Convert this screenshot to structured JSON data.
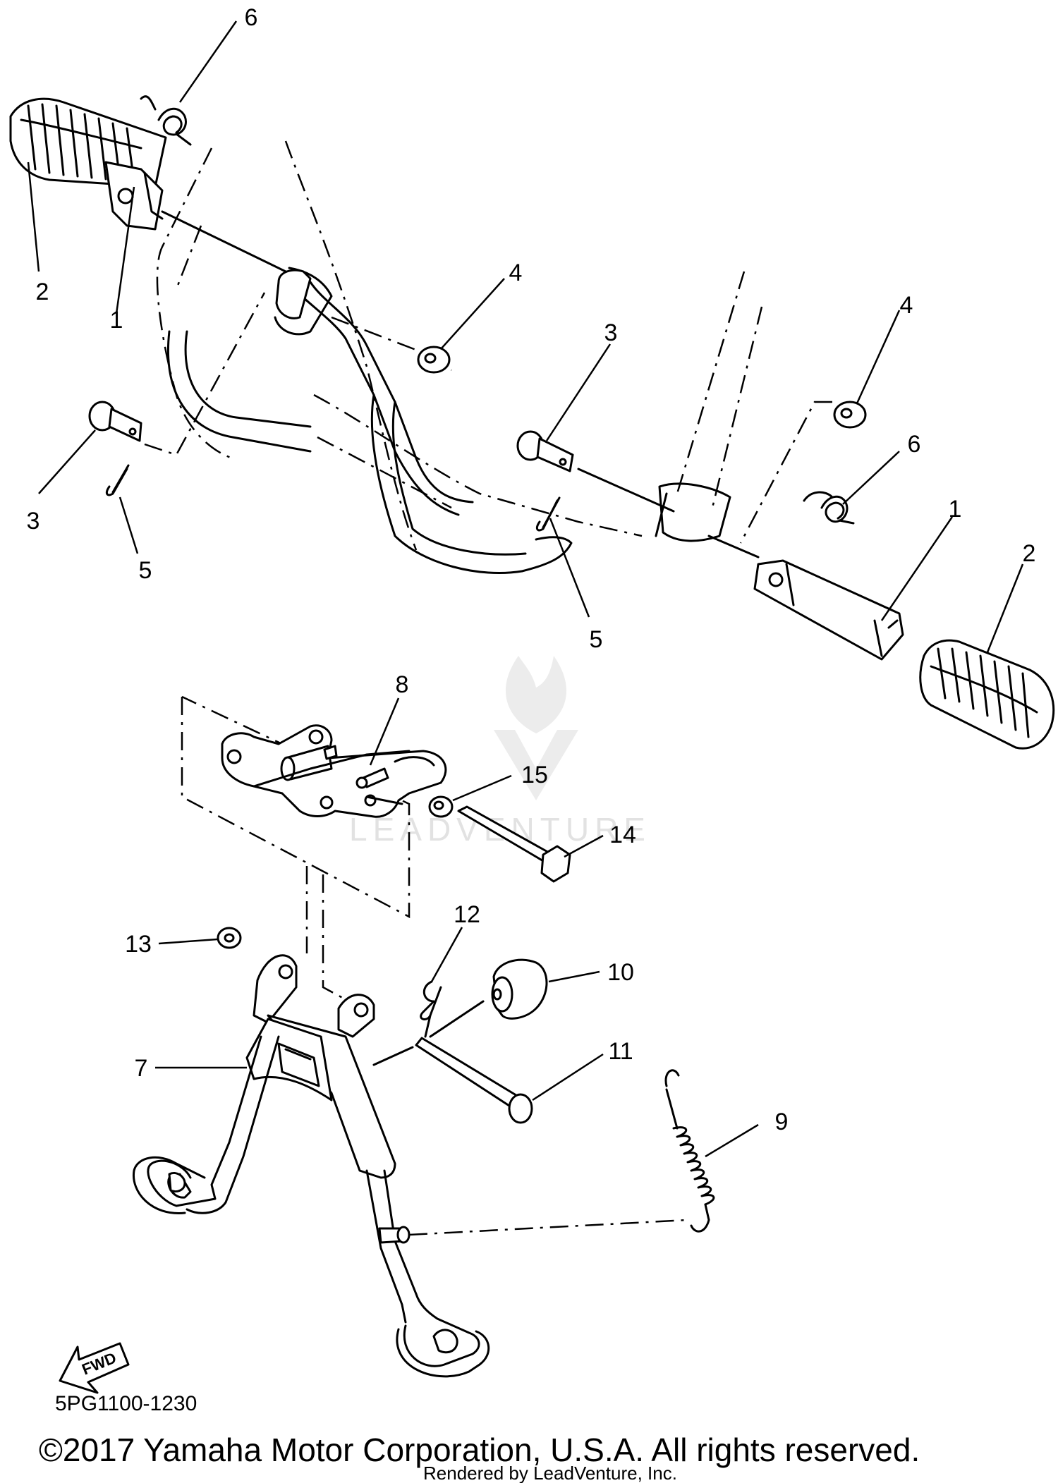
{
  "callouts": {
    "c1a": "1",
    "c1b": "1",
    "c2a": "2",
    "c2b": "2",
    "c3a": "3",
    "c3b": "3",
    "c4a": "4",
    "c4b": "4",
    "c5a": "5",
    "c5b": "5",
    "c6a": "6",
    "c6b": "6",
    "c7": "7",
    "c8": "8",
    "c9": "9",
    "c10": "10",
    "c11": "11",
    "c12": "12",
    "c13": "13",
    "c14": "14",
    "c15": "15"
  },
  "part_code": "5PG1100-1230",
  "copyright": "©2017 Yamaha Motor Corporation, U.S.A. All rights reserved.",
  "rendered_by": "Rendered by LeadVenture, Inc.",
  "fwd_label": "FWD",
  "watermark": "LEADVENTURE"
}
